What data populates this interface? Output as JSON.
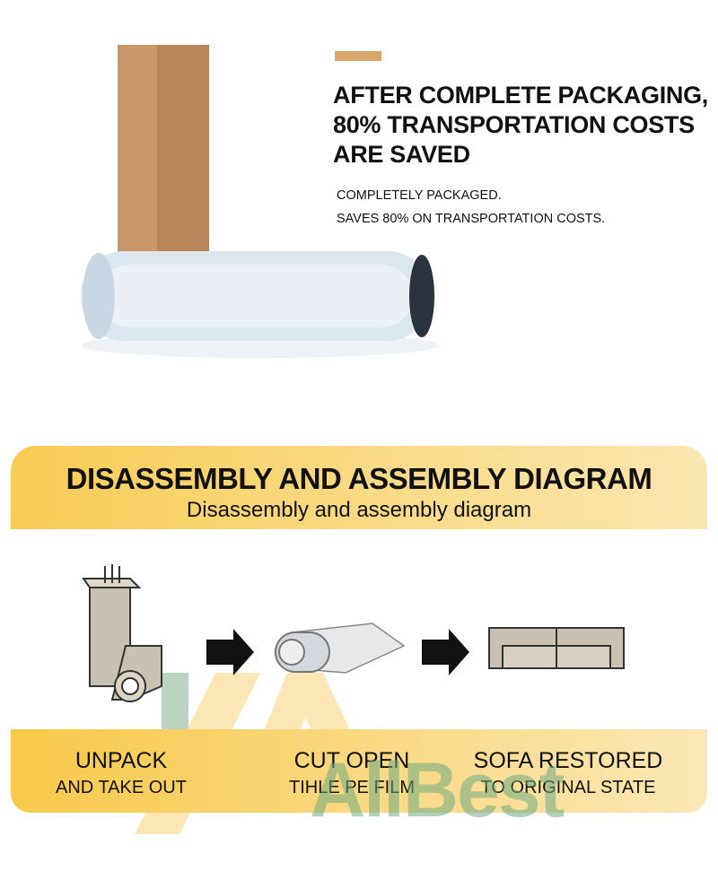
{
  "header": {
    "lines": [
      "AFTER COMPLETE PACKAGING,",
      "80% TRANSPORTATION COSTS",
      "ARE SAVED"
    ],
    "sub": [
      "COMPLETELY PACKAGED.",
      "SAVES 80% ON TRANSPORTATION COSTS."
    ]
  },
  "banner": {
    "title": "DISASSEMBLY AND ASSEMBLY DIAGRAM",
    "subtitle": "Disassembly and assembly diagram"
  },
  "steps": [
    {
      "title": "UNPACK",
      "sub": "AND TAKE OUT"
    },
    {
      "title": "CUT OPEN",
      "sub": "TIHLE PE FILM"
    },
    {
      "title": "SOFA RESTORED",
      "sub": "TO ORIGINAL STATE"
    }
  ],
  "watermark": "AllBest",
  "colors": {
    "accent": "#d9a66b",
    "banner": "#f8cd55",
    "box": "#c8976a"
  }
}
